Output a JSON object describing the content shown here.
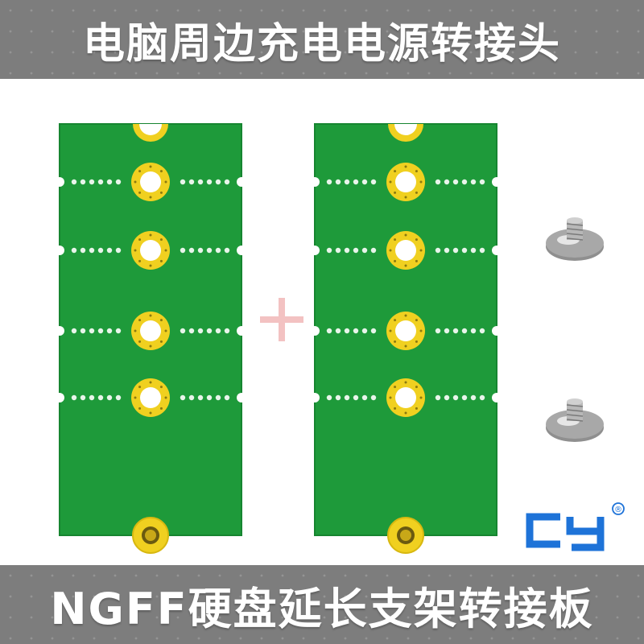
{
  "banner_top": {
    "text": "电脑周边充电电源转接头"
  },
  "banner_bottom": {
    "text": "NGFF硬盘延长支架转接板"
  },
  "brand": {
    "name": "CY",
    "registered_mark": "®",
    "color": "#1e73d8"
  },
  "colors": {
    "pcb": "#1e9a3a",
    "pcb_dark": "#168530",
    "gold": "#f0d020",
    "screw": "#a8a8a8",
    "plus": "#f3c2c2"
  },
  "icons": [
    "pcb-board",
    "plus-icon",
    "screw-icon",
    "cy-logo"
  ]
}
